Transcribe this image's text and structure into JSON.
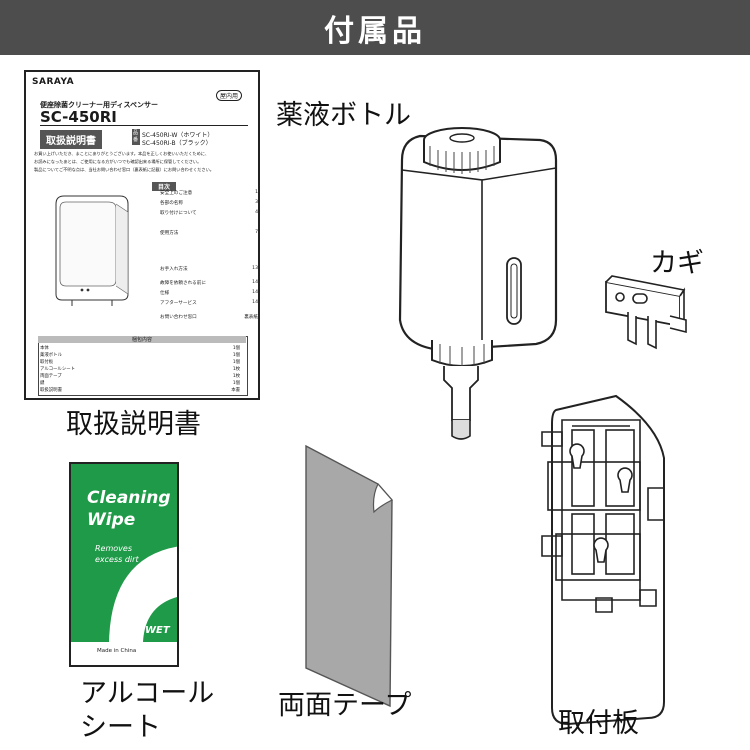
{
  "header": {
    "title": "付属品"
  },
  "items": {
    "manual": "取扱説明書",
    "bottle": "薬液ボトル",
    "key": "カギ",
    "wipe_line1": "アルコール",
    "wipe_line2": "シート",
    "tape": "両面テープ",
    "plate": "取付板"
  },
  "manual": {
    "brand": "SARAYA",
    "tag": "屋内用",
    "subtitle": "便座除菌クリーナー用ディスペンサー",
    "model": "SC-450RI",
    "doc_title": "取扱説明書",
    "variant1": "SC-450RI-W（ホワイト）",
    "variant2": "SC-450RI-B（ブラック）",
    "variant_tag": "品番",
    "intro1": "お買い上げいただき、まことにありがとうございます。本品を正しくお使いいただくために、",
    "intro2": "お読みになったあとは、ご使用になる方がいつでも確認出来る場所に保管してください。",
    "intro3": "製品についてご不明な点は、当社お問い合わせ窓口（裏表紙に記載）にお問い合わせください。",
    "toc_title": "目次",
    "toc": [
      {
        "label": "安全上のご注意",
        "page": "1"
      },
      {
        "label": "各部の名称",
        "page": "3"
      },
      {
        "label": "取り付けについて",
        "page": "4"
      },
      {
        "label": "使用方法",
        "page": "7"
      },
      {
        "label": "お手入れ方法",
        "page": "13"
      },
      {
        "label": "故障を依頼される前に",
        "page": "14"
      },
      {
        "label": "仕様",
        "page": "14"
      },
      {
        "label": "アフターサービス",
        "page": "14"
      },
      {
        "label": "お問い合わせ窓口",
        "page": "裏表紙"
      }
    ],
    "contents_title": "梱包内容",
    "contents": [
      {
        "label": "本体",
        "qty": "1個"
      },
      {
        "label": "薬液ボトル",
        "qty": "1個"
      },
      {
        "label": "取付板",
        "qty": "1個"
      },
      {
        "label": "アルコールシート",
        "qty": "1枚"
      },
      {
        "label": "両面テープ",
        "qty": "1枚"
      },
      {
        "label": "鍵",
        "qty": "1個"
      },
      {
        "label": "取扱説明書",
        "qty": "本書"
      }
    ]
  },
  "wipe": {
    "title1": "Cleaning",
    "title2": "Wipe",
    "desc1": "Removes",
    "desc2": "excess dirt",
    "wet": "WET",
    "origin": "Made in China"
  },
  "colors": {
    "header_bg": "#4d4d4d",
    "wipe_green": "#1f9a48",
    "tape_gray": "#a8a8a8"
  }
}
